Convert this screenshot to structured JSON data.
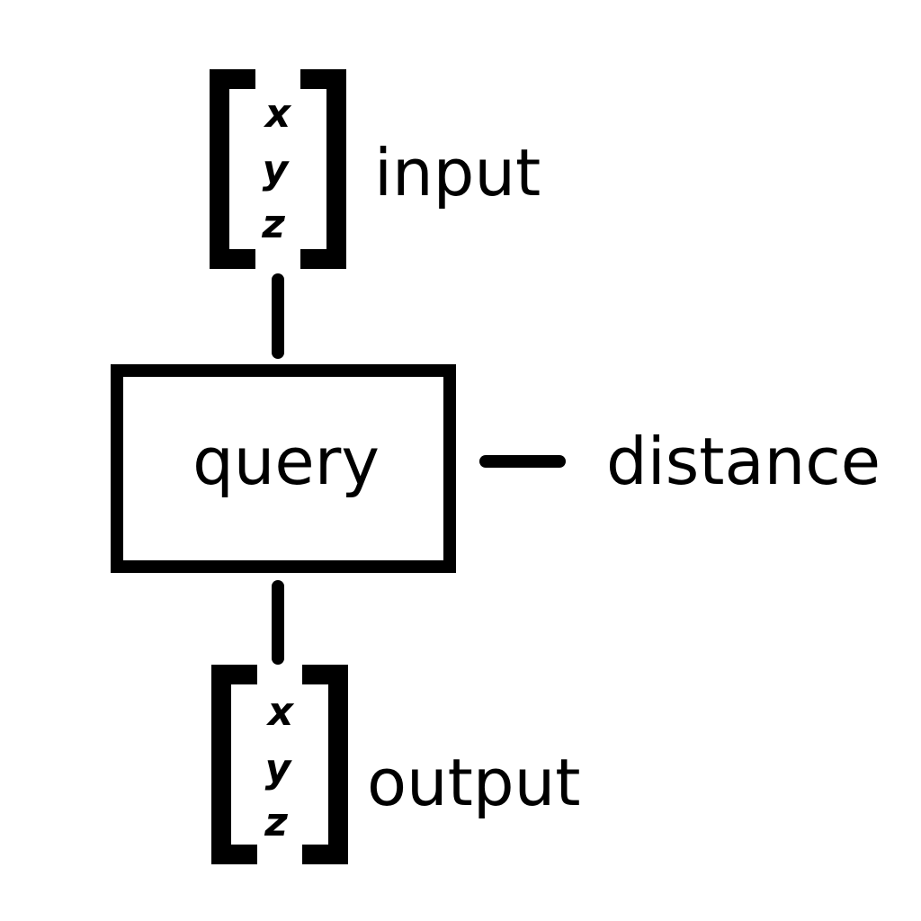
{
  "input": {
    "components": [
      "x",
      "y",
      "z"
    ],
    "label": "input"
  },
  "query": {
    "label": "query"
  },
  "distance": {
    "label": "distance"
  },
  "output": {
    "components": [
      "x",
      "y",
      "z"
    ],
    "label": "output"
  },
  "colors": {
    "stroke": "#000000",
    "background": "#ffffff"
  }
}
